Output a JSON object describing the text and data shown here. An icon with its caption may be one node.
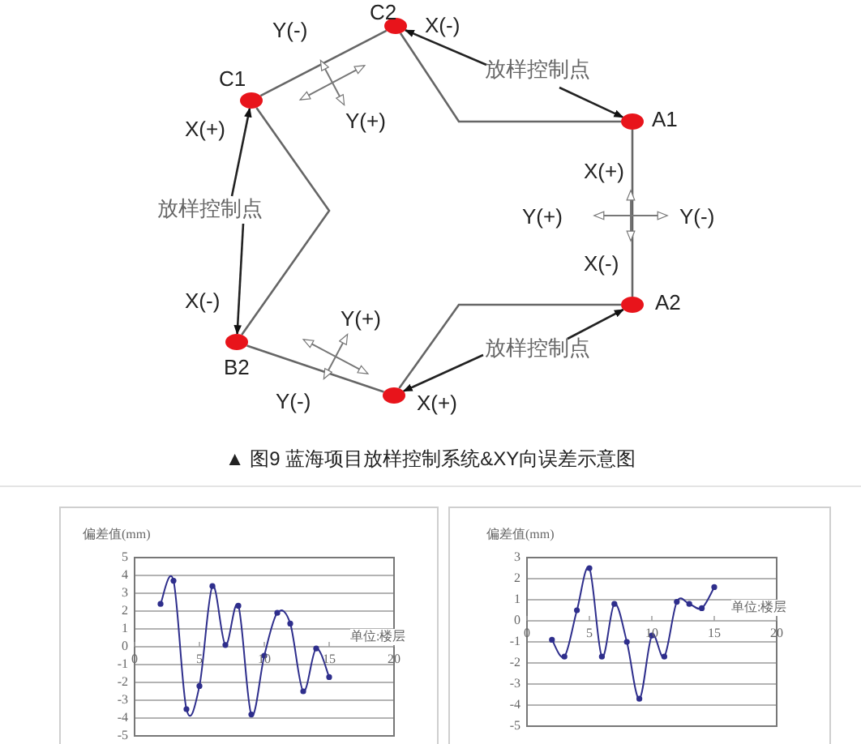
{
  "diagram": {
    "caption": "▲ 图9 蓝海项目放样控制系统&XY向误差示意图",
    "nodes": [
      {
        "text": [
          "C1"
        ]
      },
      {
        "text": [
          "C2"
        ]
      },
      {
        "text": [
          "A1"
        ]
      },
      {
        "text": [
          "A2"
        ]
      },
      {
        "text": [
          "B2"
        ]
      },
      {
        "text": [],
        "shape": "circle"
      },
      {
        "text": [
          "放样控制点"
        ]
      },
      {
        "text": [
          "放样控制点"
        ]
      },
      {
        "text": [
          "放样控制点"
        ]
      }
    ],
    "edges": [
      {
        "from": 0,
        "to": 1,
        "arrow": "none"
      },
      {
        "from": 1,
        "to": 2,
        "arrow": "none"
      },
      {
        "from": 2,
        "to": 3,
        "arrow": "none"
      },
      {
        "from": 3,
        "to": 5,
        "arrow": "none"
      },
      {
        "from": 5,
        "to": 4,
        "arrow": "none"
      },
      {
        "from": 0,
        "to": 4,
        "arrow": "none"
      },
      {
        "from": 6,
        "to": 1,
        "arrow": "to"
      },
      {
        "from": 6,
        "to": 2,
        "arrow": "to"
      },
      {
        "from": 7,
        "to": 0,
        "arrow": "to"
      },
      {
        "from": 7,
        "to": 4,
        "arrow": "to"
      },
      {
        "from": 8,
        "to": 5,
        "arrow": "to"
      },
      {
        "from": 8,
        "to": 3,
        "arrow": "to"
      }
    ],
    "labels": [
      "Y(-)",
      "X(-)",
      "X(+)",
      "Y(+)",
      "X(+)",
      "Y(+)",
      "Y(-)",
      "X(-)",
      "X(-)",
      "Y(+)",
      "Y(-)",
      "X(+)"
    ],
    "chart_data": [
      {
        "type": "line",
        "ylabel": "偏差值(mm)",
        "x": [
          2,
          3,
          4,
          5,
          6,
          7,
          8,
          9,
          10,
          11,
          12,
          13,
          14,
          15
        ],
        "series": [
          {
            "color": "#2e2e8c",
            "marker": "circle",
            "values": [
              2.4,
              3.7,
              -3.5,
              -2.2,
              3.4,
              0.1,
              2.3,
              -3.8,
              -0.5,
              1.9,
              1.3,
              -2.5,
              -0.1,
              -1.7
            ]
          }
        ],
        "grid": true,
        "xlim": [
          0,
          20
        ],
        "ylim": [
          -5,
          5
        ],
        "xticks": [
          0,
          5,
          10,
          15,
          20
        ],
        "yticks": [
          -5,
          -4,
          -3,
          -2,
          -1,
          0,
          1,
          2,
          3,
          4,
          5
        ],
        "annotations": [
          "单位:楼层"
        ]
      },
      {
        "type": "line",
        "ylabel": "偏差值(mm)",
        "x": [
          2,
          3,
          4,
          5,
          6,
          7,
          8,
          9,
          10,
          11,
          12,
          13,
          14,
          15
        ],
        "series": [
          {
            "color": "#2e2e8c",
            "marker": "circle",
            "values": [
              -0.9,
              -1.7,
              0.5,
              2.5,
              -1.7,
              0.8,
              -1.0,
              -3.7,
              -0.7,
              -1.7,
              0.9,
              0.8,
              0.6,
              1.6
            ]
          }
        ],
        "grid": true,
        "xlim": [
          0,
          20
        ],
        "ylim": [
          -5,
          3
        ],
        "xticks": [
          0,
          5,
          10,
          15,
          20
        ],
        "yticks": [
          -5,
          -4,
          -3,
          -2,
          -1,
          0,
          1,
          2,
          3
        ],
        "annotations": [
          "单位:楼层"
        ]
      }
    ]
  }
}
